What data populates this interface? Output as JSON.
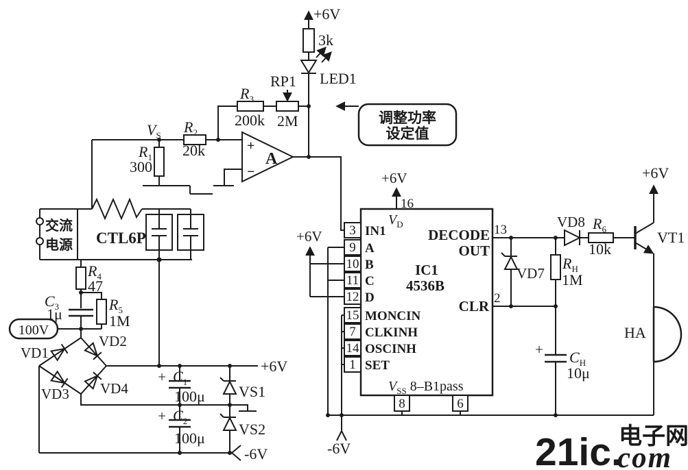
{
  "meta": {
    "ink": "#1b1b1b",
    "background": "#ffffff",
    "type": "circuit-schematic"
  },
  "power": {
    "top": "+6V",
    "rail": "+6V",
    "pins": "+6V",
    "pin16": "+6V",
    "right": "+6V",
    "neg_left": "-6V",
    "neg_ic": "-6V",
    "mains": "100V"
  },
  "annotation": {
    "line1": "调整功率",
    "line2": "设定值"
  },
  "ac": {
    "line1": "交流",
    "line2": "电源"
  },
  "sensor": {
    "label": "CTL6P"
  },
  "comp": {
    "r_led": {
      "value": "3k"
    },
    "led": {
      "ref": "LED1"
    },
    "rp1": {
      "ref": "RP1",
      "value": "2M"
    },
    "r3": {
      "ref": "R",
      "sub": "3",
      "value": "200k"
    },
    "r2": {
      "ref": "R",
      "sub": "2",
      "value": "20k"
    },
    "r1": {
      "ref": "R",
      "sub": "1",
      "value": "300"
    },
    "vs_node": {
      "ref": "V",
      "sub": "S"
    },
    "opamp": {
      "ref": "A",
      "plus": "+",
      "minus": "−"
    },
    "r4": {
      "ref": "R",
      "sub": "4",
      "value": "47"
    },
    "c3": {
      "ref": "C",
      "sub": "3",
      "value": "1μ"
    },
    "r5": {
      "ref": "R",
      "sub": "5",
      "value": "1M"
    },
    "vd1": "VD1",
    "vd2": "VD2",
    "vd3": "VD3",
    "vd4": "VD4",
    "c1": {
      "ref": "C",
      "sub": "1",
      "value": "100μ",
      "polarity": "+"
    },
    "c2": {
      "ref": "C",
      "sub": "2",
      "value": "100μ",
      "polarity": "+"
    },
    "vs1": "VS1",
    "vs2": "VS2",
    "vd7": "VD7",
    "vd8": "VD8",
    "r6": {
      "ref": "R",
      "sub": "6",
      "value": "10k"
    },
    "rh": {
      "ref": "R",
      "sub": "H",
      "value": "1M"
    },
    "ch": {
      "ref": "C",
      "sub": "H",
      "value": "10μ",
      "polarity": "+"
    },
    "vt1": "VT1",
    "ha": "HA"
  },
  "ic": {
    "ref": "IC1",
    "part": "4536B",
    "pin16": "16",
    "vdd": {
      "ref": "V",
      "sub": "D"
    },
    "vss": {
      "ref": "V",
      "sub": "SS",
      "rest": " 8–B1pass"
    },
    "left_pins": [
      {
        "num": "3",
        "name": "IN1"
      },
      {
        "num": "9",
        "name": "A"
      },
      {
        "num": "10",
        "name": "B"
      },
      {
        "num": "11",
        "name": "C"
      },
      {
        "num": "12",
        "name": "D"
      },
      {
        "num": "15",
        "name": "MONCIN"
      },
      {
        "num": "7",
        "name": "CLKINH"
      },
      {
        "num": "14",
        "name": "OSCINH"
      },
      {
        "num": "1",
        "name": "SET"
      }
    ],
    "right_pins": [
      {
        "num": "13",
        "line1": "DECODE",
        "line2": "OUT"
      },
      {
        "num": "2",
        "name": "CLR"
      }
    ],
    "bottom_pins": [
      {
        "num": "8"
      },
      {
        "num": "6"
      }
    ]
  },
  "wm": {
    "left": "21ic.",
    "cn": "电子网",
    "com": "com",
    "color_left": "#e89b9b",
    "color_right": "#99a3d5"
  }
}
